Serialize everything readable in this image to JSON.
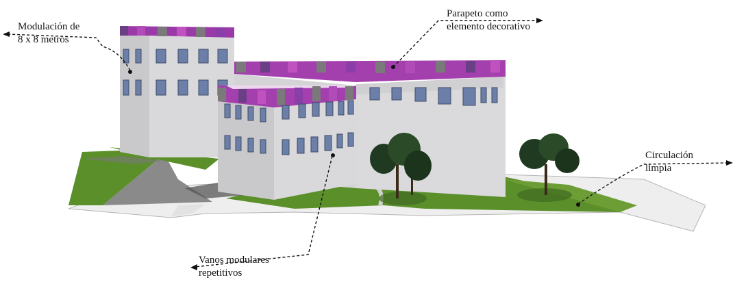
{
  "annotations": {
    "modulacion": {
      "line1": "Modulación de",
      "line2": "8 x 8 metros"
    },
    "parapeto": {
      "line1": "Parapeto como",
      "line2": "elemento decorativo"
    },
    "circulacion": {
      "line1": "Circulación",
      "line2": "limpia"
    },
    "vanos": {
      "line1": "Vanos modulares",
      "line2": "repetitivos"
    }
  },
  "colors": {
    "wall_light": "#d9d9db",
    "wall_dark": "#c4c4c7",
    "grass": "#5a8f2a",
    "paving": "#eeeeee",
    "window": "#6c7fa8",
    "parapet_purple": "#8c3ea2",
    "parapet_magenta": "#b043b4",
    "parapet_gray": "#8a8a8a"
  }
}
